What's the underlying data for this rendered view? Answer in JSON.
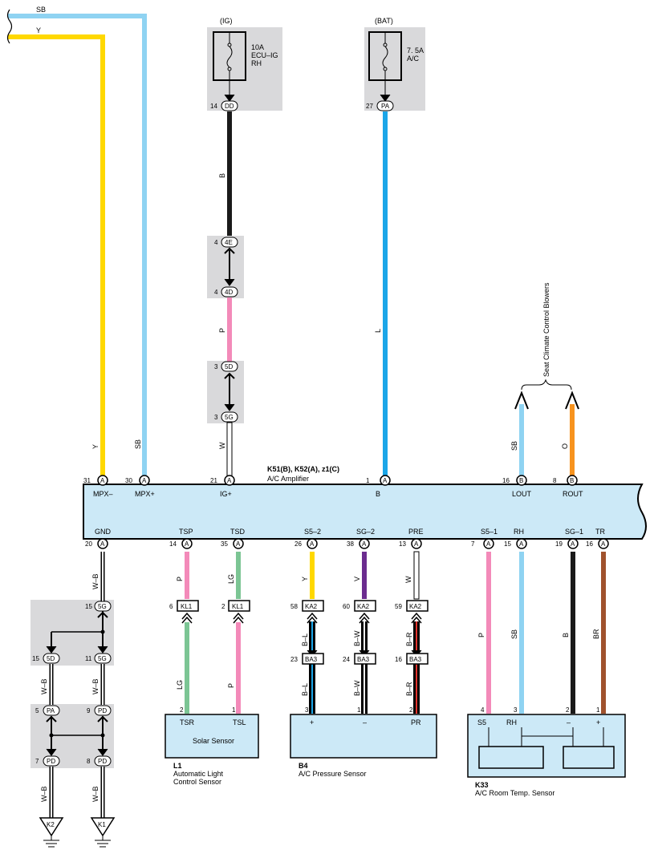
{
  "colors": {
    "sb": "#8fd3f2",
    "y": "#ffd800",
    "black": "#1a1a1a",
    "pink": "#f38ab9",
    "light_blue": "#1ba6e8",
    "green": "#7cc594",
    "violet": "#6b2c8f",
    "brown": "#a0522d",
    "orange": "#f7931e",
    "red": "#e0322c",
    "panel": "#cce9f7",
    "shade": "#d9d9db"
  },
  "top_wires": {
    "sb": "SB",
    "y": "Y"
  },
  "fuses": {
    "ig": {
      "supply": "(IG)",
      "l1": "10A",
      "l2": "ECU–IG",
      "l3": "RH",
      "pin": "14",
      "conn": "DD"
    },
    "bat": {
      "supply": "(BAT)",
      "l1": "7. 5A",
      "l2": "A/C",
      "pin": "27",
      "conn": "PA"
    }
  },
  "ig_chain": {
    "c1": {
      "pin": "4",
      "conn": "4E"
    },
    "c2": {
      "pin": "4",
      "conn": "4D"
    },
    "c3": {
      "pin": "3",
      "conn": "5D"
    },
    "c4": {
      "pin": "3",
      "conn": "5G"
    },
    "wire_b": "B",
    "wire_p": "P",
    "wire_w": "W"
  },
  "bat_wire": "L",
  "blowers": {
    "label": "Seat Climate Control Blowers",
    "left_color": "SB",
    "right_color": "O"
  },
  "amplifier": {
    "id": "K51(B), K52(A), z1(C)",
    "name": "A/C Amplifier",
    "top_pins": [
      {
        "num": "31",
        "conn": "A",
        "name": "MPX–",
        "wire": "Y"
      },
      {
        "num": "30",
        "conn": "A",
        "name": "MPX+",
        "wire": "SB"
      },
      {
        "num": "21",
        "conn": "A",
        "name": "IG+",
        "wire": ""
      },
      {
        "num": "1",
        "conn": "A",
        "name": "B",
        "wire": ""
      },
      {
        "num": "16",
        "conn": "B",
        "name": "LOUT",
        "wire": ""
      },
      {
        "num": "8",
        "conn": "B",
        "name": "ROUT",
        "wire": ""
      }
    ],
    "bottom_pins": [
      {
        "num": "20",
        "conn": "A",
        "name": "GND",
        "wire": "W–B"
      },
      {
        "num": "14",
        "conn": "A",
        "name": "TSP",
        "wire": "P"
      },
      {
        "num": "35",
        "conn": "A",
        "name": "TSD",
        "wire": "LG"
      },
      {
        "num": "26",
        "conn": "A",
        "name": "S5–2",
        "wire": "Y"
      },
      {
        "num": "38",
        "conn": "A",
        "name": "SG–2",
        "wire": "V"
      },
      {
        "num": "13",
        "conn": "A",
        "name": "PRE",
        "wire": "W"
      },
      {
        "num": "7",
        "conn": "A",
        "name": "S5–1",
        "wire": "P"
      },
      {
        "num": "15",
        "conn": "A",
        "name": "RH",
        "wire": "SB"
      },
      {
        "num": "19",
        "conn": "A",
        "name": "SG–1",
        "wire": "B"
      },
      {
        "num": "16",
        "conn": "A",
        "name": "TR",
        "wire": "BR"
      }
    ]
  },
  "inline": [
    {
      "pin_top": "6",
      "conn_top": "KL1",
      "pin_bot": "",
      "conn_bot": "",
      "lower_wire": "LG"
    },
    {
      "pin_top": "2",
      "conn_top": "KL1",
      "pin_bot": "",
      "conn_bot": "",
      "lower_wire": "P"
    },
    {
      "pin_top": "58",
      "conn_top": "KA2",
      "pin_bot": "23",
      "conn_bot": "BA3",
      "mid_wire": "B–L",
      "lower_wire": "B–L"
    },
    {
      "pin_top": "60",
      "conn_top": "KA2",
      "pin_bot": "24",
      "conn_bot": "BA3",
      "mid_wire": "B–W",
      "lower_wire": "B–W"
    },
    {
      "pin_top": "59",
      "conn_top": "KA2",
      "pin_bot": "16",
      "conn_bot": "BA3",
      "mid_wire": "B–R",
      "lower_wire": "B–R"
    }
  ],
  "ground": {
    "j1": {
      "pin": "15",
      "conn": "5G"
    },
    "j2": {
      "pin": "15",
      "conn": "5D"
    },
    "j3": {
      "pin": "11",
      "conn": "5G"
    },
    "j4": {
      "pin": "5",
      "conn": "PA"
    },
    "j5": {
      "pin": "9",
      "conn": "PD"
    },
    "j6": {
      "pin": "7",
      "conn": "PD"
    },
    "j7": {
      "pin": "8",
      "conn": "PD"
    },
    "wire": "W–B",
    "g1": "K2",
    "g2": "K1"
  },
  "solar": {
    "pin1": "2",
    "pin2": "1",
    "t1": "TSR",
    "t2": "TSL",
    "name": "Solar Sensor",
    "id": "L1",
    "desc1": "Automatic Light",
    "desc2": "Control Sensor"
  },
  "pressure": {
    "pin1": "3",
    "pin2": "1",
    "pin3": "2",
    "t1": "+",
    "t2": "–",
    "t3": "PR",
    "id": "B4",
    "desc": "A/C Pressure Sensor"
  },
  "room": {
    "pin1": "4",
    "pin2": "3",
    "pin3": "2",
    "pin4": "1",
    "t1": "S5",
    "t2": "RH",
    "t3": "–",
    "t4": "+",
    "id": "K33",
    "desc": "A/C Room Temp.  Sensor"
  }
}
